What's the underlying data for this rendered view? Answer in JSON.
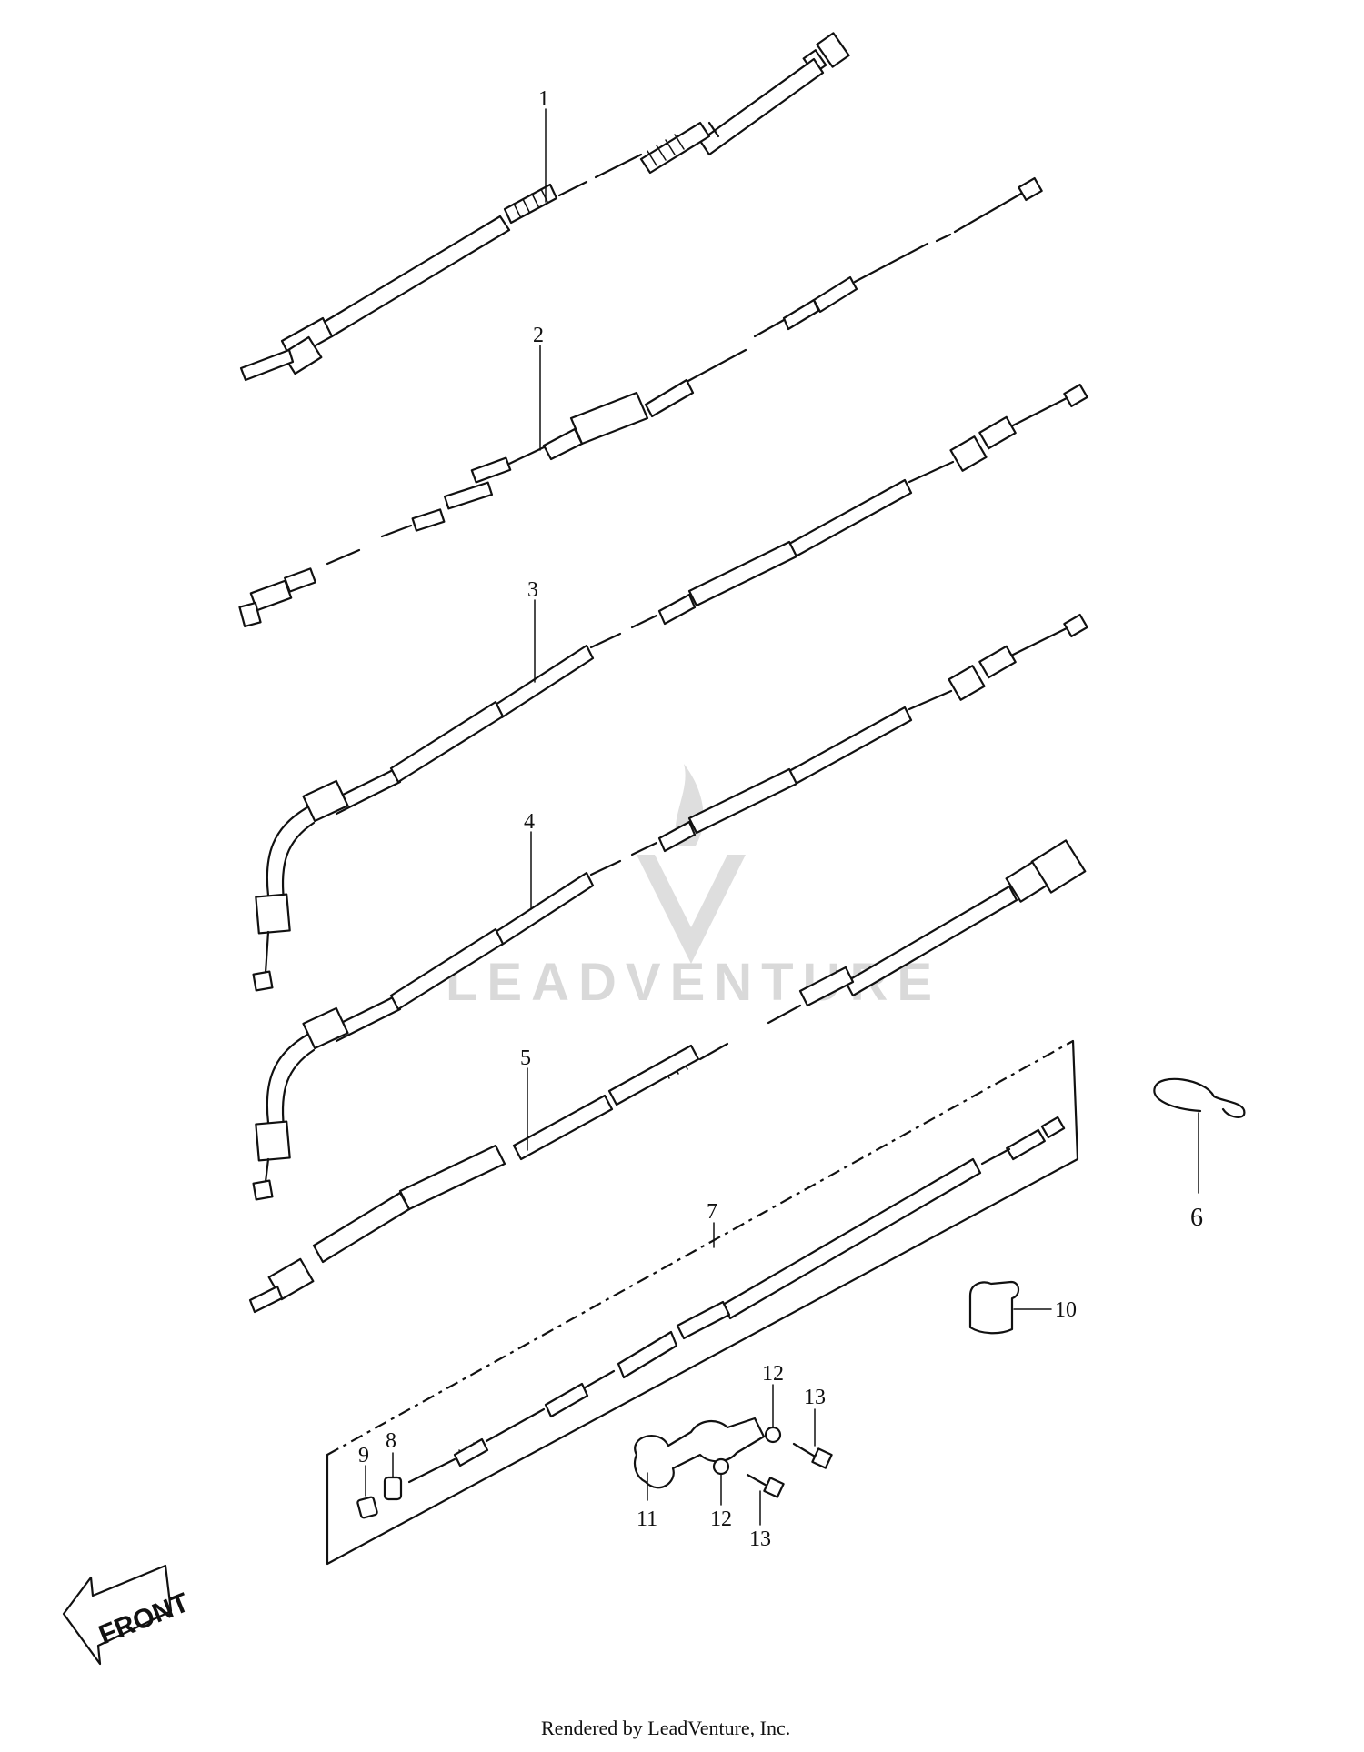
{
  "diagram": {
    "watermark": "LEADVENTURE",
    "front_label": "FRONT",
    "footer": "Rendered by LeadVenture, Inc.",
    "callouts": [
      {
        "id": "1",
        "label": "1"
      },
      {
        "id": "2",
        "label": "2"
      },
      {
        "id": "3",
        "label": "3"
      },
      {
        "id": "4",
        "label": "4"
      },
      {
        "id": "5",
        "label": "5"
      },
      {
        "id": "6",
        "label": "6"
      },
      {
        "id": "7",
        "label": "7"
      },
      {
        "id": "8",
        "label": "8"
      },
      {
        "id": "9",
        "label": "9"
      },
      {
        "id": "10",
        "label": "10"
      },
      {
        "id": "11",
        "label": "11"
      },
      {
        "id": "12a",
        "label": "12"
      },
      {
        "id": "12b",
        "label": "12"
      },
      {
        "id": "13a",
        "label": "13"
      },
      {
        "id": "13b",
        "label": "13"
      }
    ]
  }
}
